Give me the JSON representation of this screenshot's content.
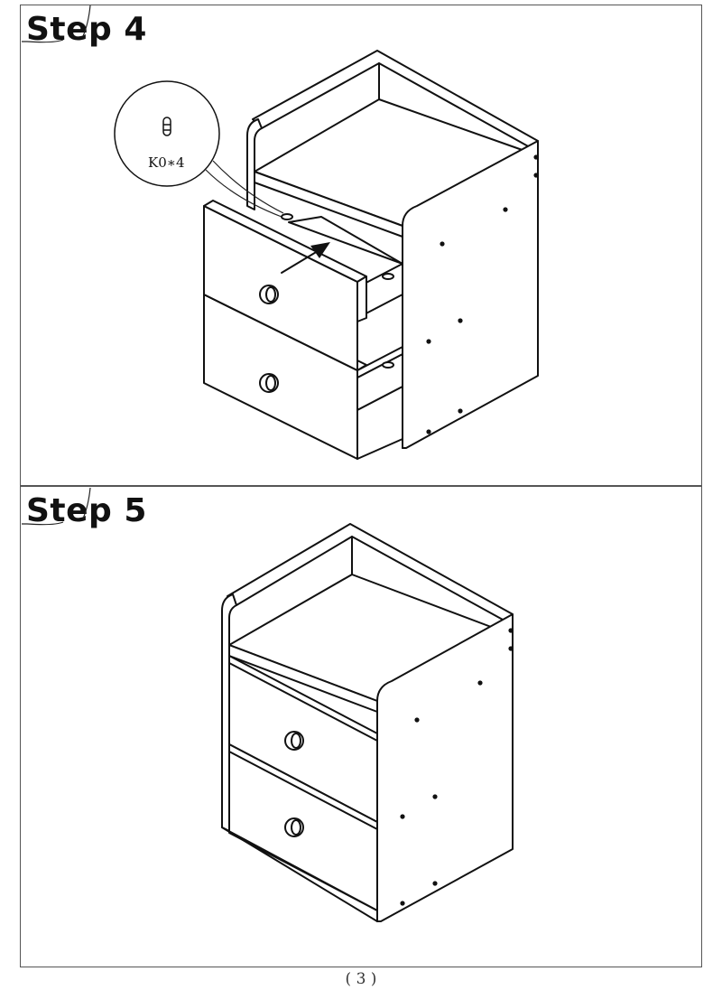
{
  "steps": [
    {
      "title": "Step 4",
      "part_label": "K0∗4"
    },
    {
      "title": "Step 5"
    }
  ],
  "page_number": "( 3 )"
}
